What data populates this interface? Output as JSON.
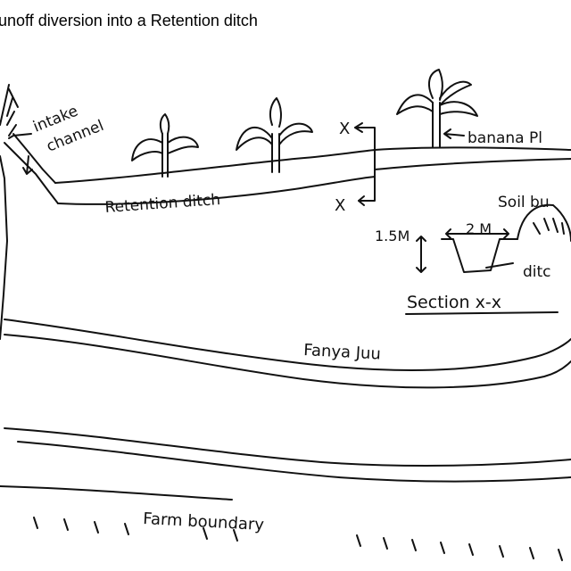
{
  "title": "unoff diversion into a Retention ditch",
  "labels": {
    "intake_channel_line1": "intake",
    "intake_channel_line2": "channel",
    "retention_ditch": "Retention ditch",
    "banana_plants": "banana Pl",
    "section_marker_top": "X",
    "section_marker_bottom": "X",
    "soil_bund": "Soil bu",
    "width_dim": "2 M",
    "depth_dim": "1.5M",
    "ditch": "ditc",
    "section_title": "Section x-x",
    "fanya_juu": "Fanya Juu",
    "farm_boundary": "Farm boundary"
  }
}
